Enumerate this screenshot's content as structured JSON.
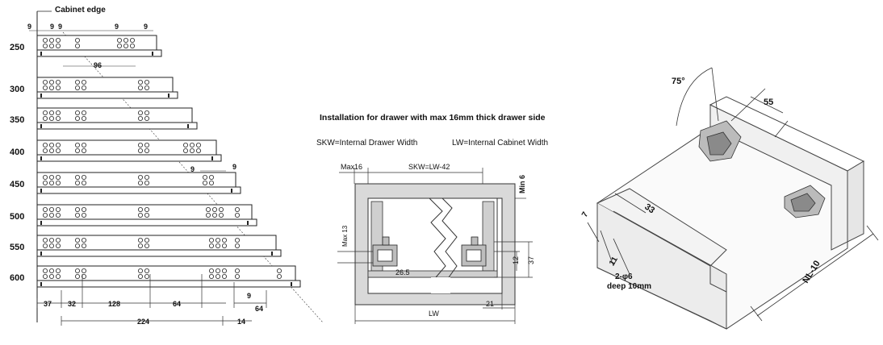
{
  "rail_diagram": {
    "header": "Cabinet edge",
    "top_dims": [
      "9",
      "9",
      "9",
      "9",
      "9"
    ],
    "lengths": [
      "250",
      "300",
      "350",
      "400",
      "450",
      "500",
      "550",
      "600"
    ],
    "dim_96": "96",
    "dim_9_a": "9",
    "dim_9_b": "9",
    "dim_9_c": "9",
    "bottom_row1": [
      "37",
      "32",
      "128",
      "64",
      "64"
    ],
    "bottom_row2": [
      "224",
      "14"
    ]
  },
  "section": {
    "title": "Installation for drawer with max 16mm thick drawer side",
    "legend_skw": "SKW=Internal Drawer Width",
    "legend_lw": "LW=Internal Cabinet Width",
    "dim_max16": "Max16",
    "dim_skw": "SKW=LW-42",
    "dim_min6": "Min 6",
    "dim_max13": "Max 13",
    "dim_12": "12",
    "dim_37": "37",
    "dim_26_5": "26.5",
    "dim_lw": "LW",
    "dim_21": "21"
  },
  "iso": {
    "angle": "75°",
    "dim_55": "55",
    "dim_33": "33",
    "dim_7": "7",
    "dim_11": "11",
    "hole_spec": "2-φ6",
    "hole_depth": "deep 10mm",
    "dim_nl": "NL-10"
  }
}
